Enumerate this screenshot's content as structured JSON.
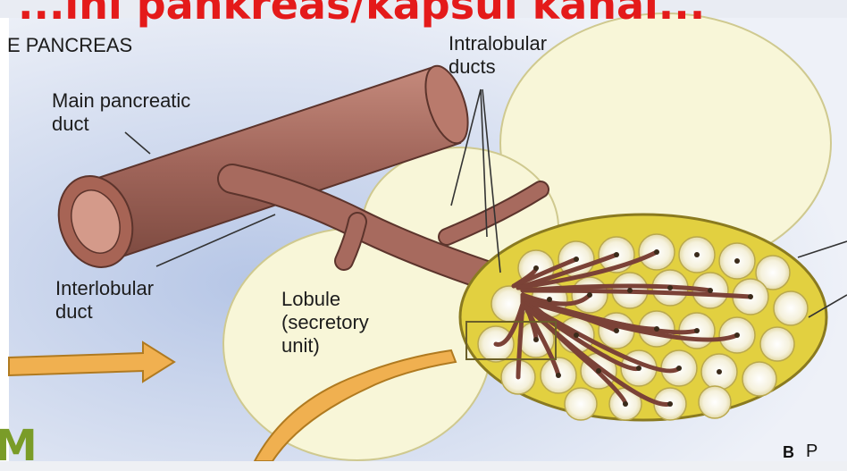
{
  "header": {
    "title": "...ini pankreas/kapsul kanal..."
  },
  "diagram": {
    "section_title": "E PANCREAS",
    "labels": {
      "main_duct": "Main pancreatic\nduct",
      "intralobular": "Intralobular\nducts",
      "interlobular": "Interlobular\nduct",
      "lobule": "Lobule\n(secretory\nunit)"
    },
    "panel_letter": "B",
    "panel_suffix": "P",
    "corner_glyph": "M"
  },
  "colors": {
    "title_red": "#e41a1a",
    "duct_brown": "#a0655a",
    "lobule_cream": "#f7f4d0",
    "acinus_yellow": "#e2d040",
    "arrow_orange": "#f0b050",
    "background_blue": "#c8d4ec"
  }
}
